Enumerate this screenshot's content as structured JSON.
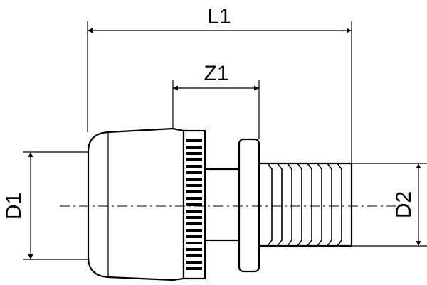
{
  "dimensions": {
    "overall_length": "L1",
    "insertion_depth": "Z1",
    "inlet_diameter": "D1",
    "outlet_diameter": "D2"
  },
  "colors": {
    "line": "#000000",
    "background": "#ffffff"
  }
}
